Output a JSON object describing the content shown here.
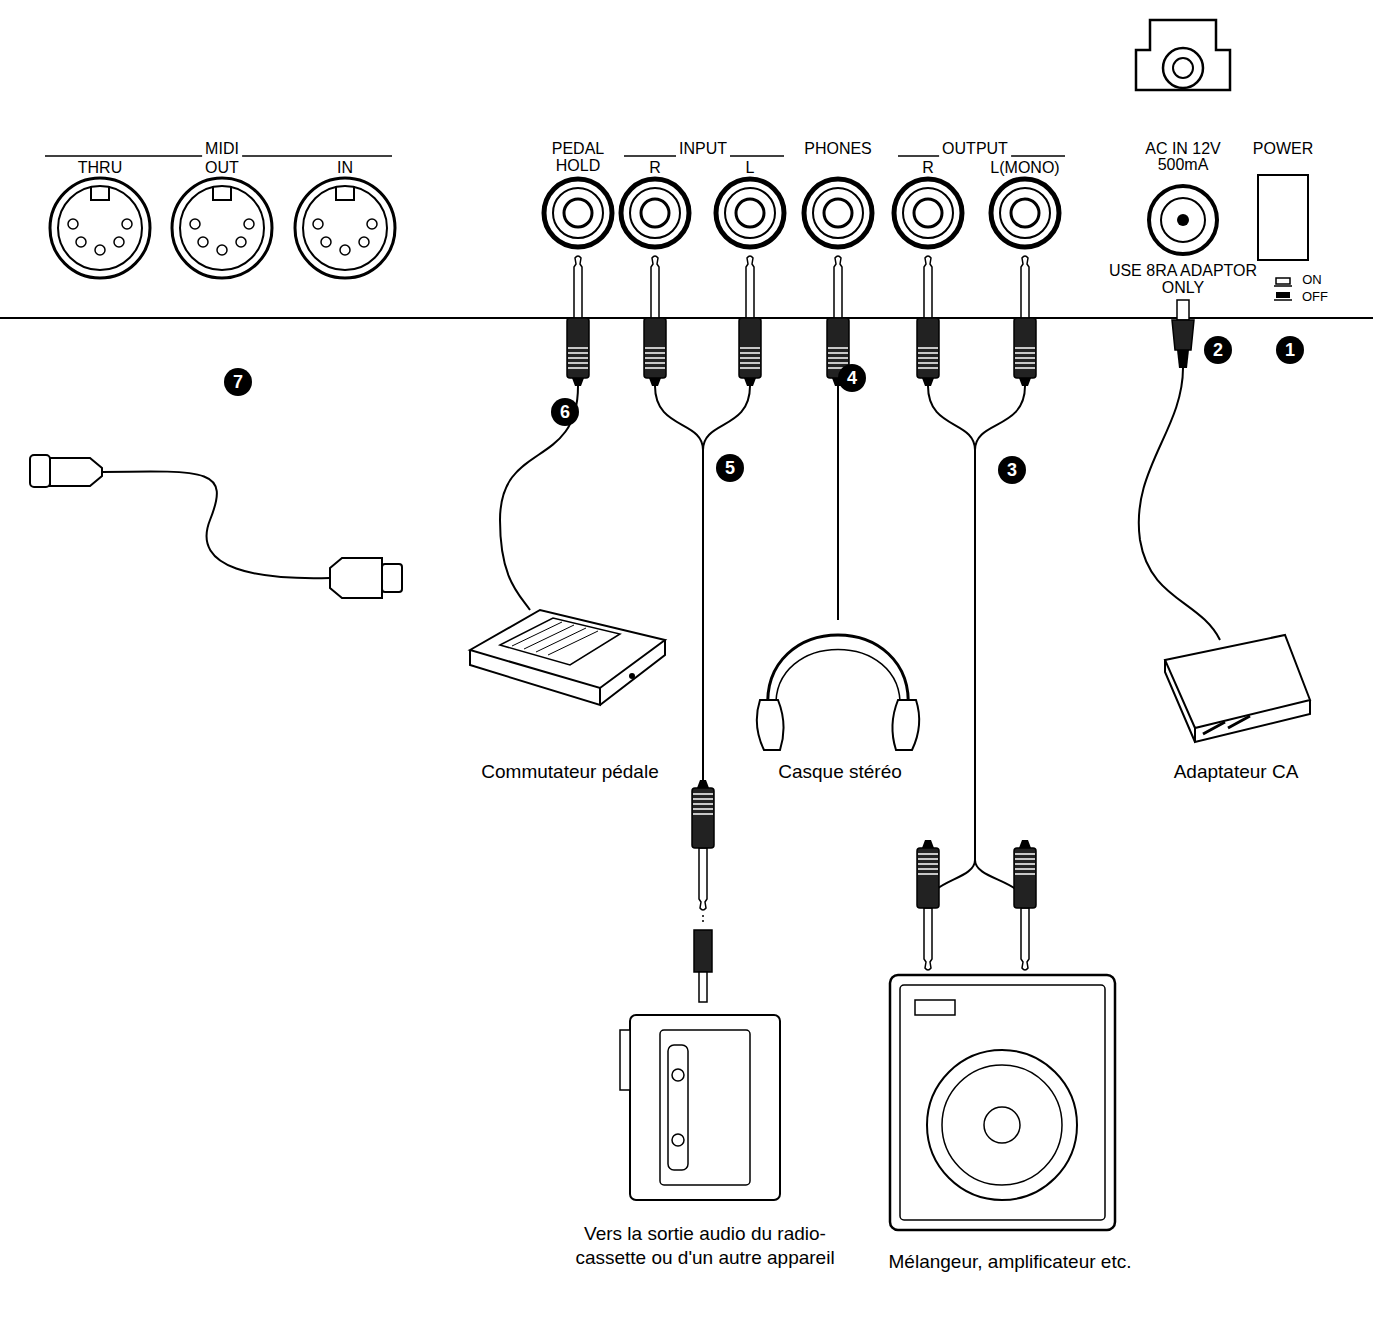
{
  "diagram": {
    "nodes": [
      {
        "text": [
          "Commutateur pédale"
        ]
      },
      {
        "text": [
          "Casque stéréo"
        ]
      },
      {
        "text": [
          "Adaptateur CA"
        ]
      },
      {
        "text": [
          "Vers la sortie audio du radio- cassette ou d'un autre appareil"
        ]
      },
      {
        "text": [
          "Mélangeur, amplificateur etc."
        ]
      }
    ],
    "labels": [
      "MIDI",
      "THRU",
      "OUT",
      "IN",
      "PEDAL",
      "HOLD",
      "INPUT",
      "R",
      "L",
      "PHONES",
      "OUTPUT",
      "R",
      "L(MONO)",
      "AC IN 12V",
      "500mA",
      "POWER",
      "USE 8RA ADAPTOR ONLY",
      "ON",
      "OFF",
      "7",
      "6",
      "5",
      "4",
      "3",
      "2",
      "1"
    ]
  }
}
